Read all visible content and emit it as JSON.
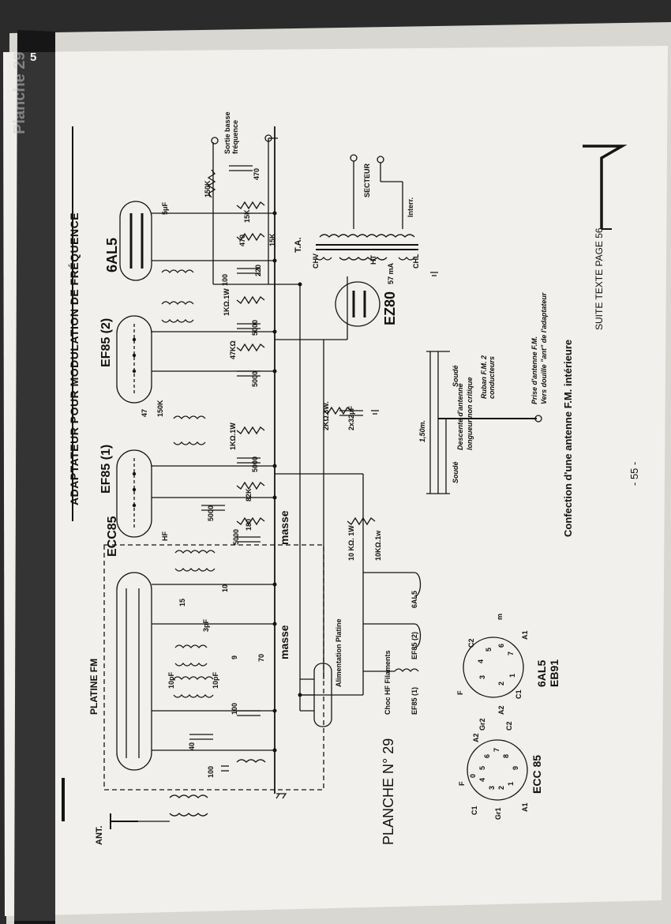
{
  "tab_number": "5",
  "tab_side_text": "Planche 29",
  "title": "ADAPTATEUR POUR MODULATION DE FRÉQUENCE",
  "planche": "PLANCHE N° 29",
  "page_number": "- 55 -",
  "suite": "SUITE TEXTE PAGE 56",
  "tubes": {
    "ecc85": "ECC85",
    "ef85_1": "EF85 (1)",
    "ef85_2": "EF85 (2)",
    "al5": "6AL5",
    "ez80": "EZ80"
  },
  "labels": {
    "ant": "ANT.",
    "platine_fm": "PLATINE FM",
    "masse_top": "masse",
    "masse_bottom": "masse",
    "alimentation": "Alimentation Platine",
    "choc": "Choc HF Filaments",
    "hf": "HF",
    "sortie_bf": "Sortie basse fréquence",
    "secteur": "SECTEUR",
    "interr": "Interr.",
    "ta": "T.A.",
    "chv": "CHV",
    "ht": "HT",
    "chl": "CHL",
    "ma": "57 mA"
  },
  "components": {
    "r150k": "150K",
    "r15k_a": "15K",
    "r15k_b": "15K",
    "c470_a": "470",
    "c470_b": "470",
    "c5uf": "5μF",
    "c220": "220",
    "r100": "100",
    "r1k_a": "1KΩ.1W",
    "c5000_a": "5000",
    "r47k": "47KΩ",
    "c5000_b": "5000",
    "c47": "47",
    "r150k_b": "150K",
    "r1k_b": "1KΩ.1W",
    "c5000_c": "5000",
    "r2k": "2KΩ.3W.",
    "c2x32": "2x32μF",
    "r82k": "82K",
    "c5000_d": "5000",
    "r180": "180",
    "c5000_e": "5000",
    "r10k_a": "10 KΩ. 1W",
    "r10k_b": "10KΩ.1w",
    "c10": "10",
    "c15": "15",
    "c3pf": "3pF",
    "c10pf_a": "10pF",
    "c10pf_b": "10pF",
    "c9": "9",
    "c70": "70",
    "c100_a": "100",
    "c40": "40",
    "c100_b": "100"
  },
  "pins": {
    "ecc85": [
      "F",
      "C1",
      "Gr1",
      "A1",
      "3",
      "2",
      "1",
      "9",
      "8",
      "7",
      "6",
      "5",
      "4",
      "0",
      "A2",
      "Gr2",
      "C2"
    ],
    "al5": [
      "F",
      "C1",
      "A2",
      "m",
      "A1",
      "2",
      "1",
      "7",
      "6",
      "5",
      "4",
      "3",
      "C2"
    ]
  },
  "socket_labels": {
    "ecc85": "ECC 85",
    "al5": "6AL5",
    "eb91": "EB91"
  },
  "filament_labels": {
    "ef85_1": "EF85 (1)",
    "ef85_2": "EF85 (2)",
    "al5": "6AL5"
  },
  "antenna": {
    "caption": "Confection d'une antenne F.M. intérieure",
    "soude_a": "Soudé",
    "soude_b": "Soudé",
    "length": "1,50m.",
    "ruban": "Ruban F.M. 2 conducteurs",
    "descente": "Descente d'antenne",
    "longueur": "longueur non critique",
    "prise": "Prise d'antenne F.M.",
    "vers": "Vers douille \"ant\" de l'adaptateur"
  },
  "colors": {
    "paper": "#f1f0ec",
    "ink": "#141414",
    "tab": "#1a1a1a",
    "background": "#2a2a2a"
  }
}
